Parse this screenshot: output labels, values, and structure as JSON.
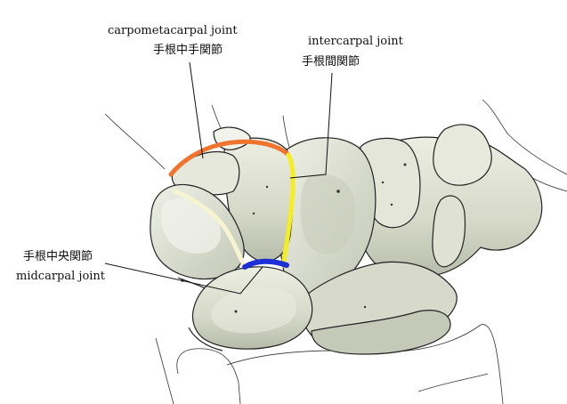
{
  "labels": {
    "carpometacarpal": {
      "en": "carpometacarpal joint",
      "jp": "手根中手関節"
    },
    "intercarpal": {
      "en": "intercarpal joint",
      "jp": "手根間関節"
    },
    "midcarpal": {
      "jp": "手根中央関節",
      "en": "midcarpal joint"
    }
  },
  "colors": {
    "carpometacarpal_joint": "#f0732e",
    "intercarpal_joint": "#f5ee22",
    "midcarpal_joint_lateral": "#f7f4d2",
    "midcarpal_joint_medial": "#1d2fd6",
    "bone_fill": "#d9dccc",
    "bone_shade": "#aeb3a3",
    "outline": "#222222"
  }
}
